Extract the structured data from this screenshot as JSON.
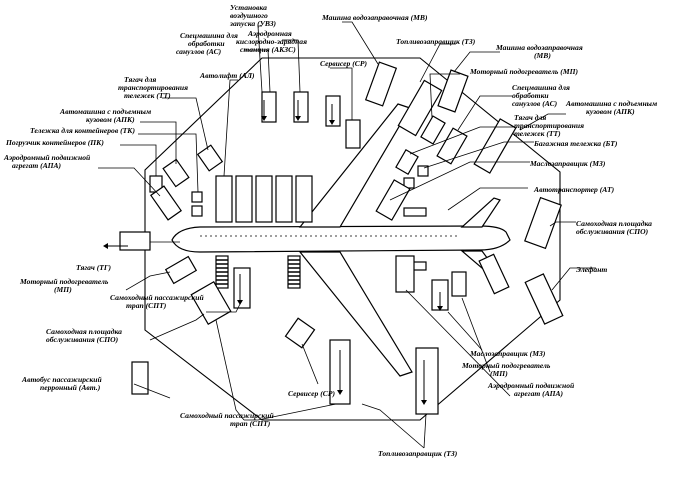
{
  "labels": {
    "uvz": [
      "Установка",
      "воздушного",
      "запуска (УВЗ)"
    ],
    "akzs": [
      "Аэродромная",
      "кислородно-зарядная",
      "станция (АКЗС)"
    ],
    "as_top": [
      "Спецмашина для",
      "обработки",
      "санузлов (АС)"
    ],
    "mv_top": "Машина водозаправочная (МВ)",
    "tz_top": "Топливозаправщик (ТЗ)",
    "mv_right": [
      "Машина водозаправочная",
      "(МВ)"
    ],
    "sr_top": "Сервисер (СР)",
    "al": "Автолифт (АЛ)",
    "tt_left": [
      "Тягач для",
      "транспортирования",
      "тележек (ТТ)"
    ],
    "apk_left": [
      "Автомашина с подъемным",
      "кузовом (АПК)"
    ],
    "tk": "Тележка для контейнеров (ТК)",
    "pk": "Погрузчик контейнеров (ПК)",
    "apa_left": [
      "Аэродромный подвижной",
      "агрегат (АПА)"
    ],
    "mp_right": "Моторный подогреватель (МП)",
    "as_right": [
      "Спецмашина для",
      "обработки",
      "санузлов (АС)"
    ],
    "apk_right": [
      "Автомашина с подъемным",
      "кузовом (АПК)"
    ],
    "tt_right": [
      "Тягач для",
      "транспортирования",
      "тележек (ТТ)"
    ],
    "bt": "Багажная тележка (БТ)",
    "mz_right": "Маслозаправщик (МЗ)",
    "at": "Автотранспортер (АТ)",
    "spo_right": [
      "Самоходная площадка",
      "обслуживания (СПО)"
    ],
    "tg": "Тягач (ТГ)",
    "mp_left": [
      "Моторный подогреватель",
      "(МП)"
    ],
    "spt_left": [
      "Самоходный пассажирский",
      "трап (СПТ)"
    ],
    "elefant": "Элефант",
    "spo_left": [
      "Самоходная площадка",
      "обслуживания (СПО)"
    ],
    "ant": [
      "Автобус пассажирский",
      "перронный (Авт.)"
    ],
    "sr_bottom": "Сервисер (СР)",
    "mz_bottom": "Маслозаправщик (МЗ)",
    "mp_bottom": [
      "Моторный подогреватель",
      "(МП)"
    ],
    "apa_bottom": [
      "Аэродромный подвижной",
      "агрегат (АПА)"
    ],
    "spt_bottom": [
      "Самоходный пассажирский",
      "трап (СПТ)"
    ],
    "tz_bottom": "Топливозаправщик (ТЗ)"
  }
}
